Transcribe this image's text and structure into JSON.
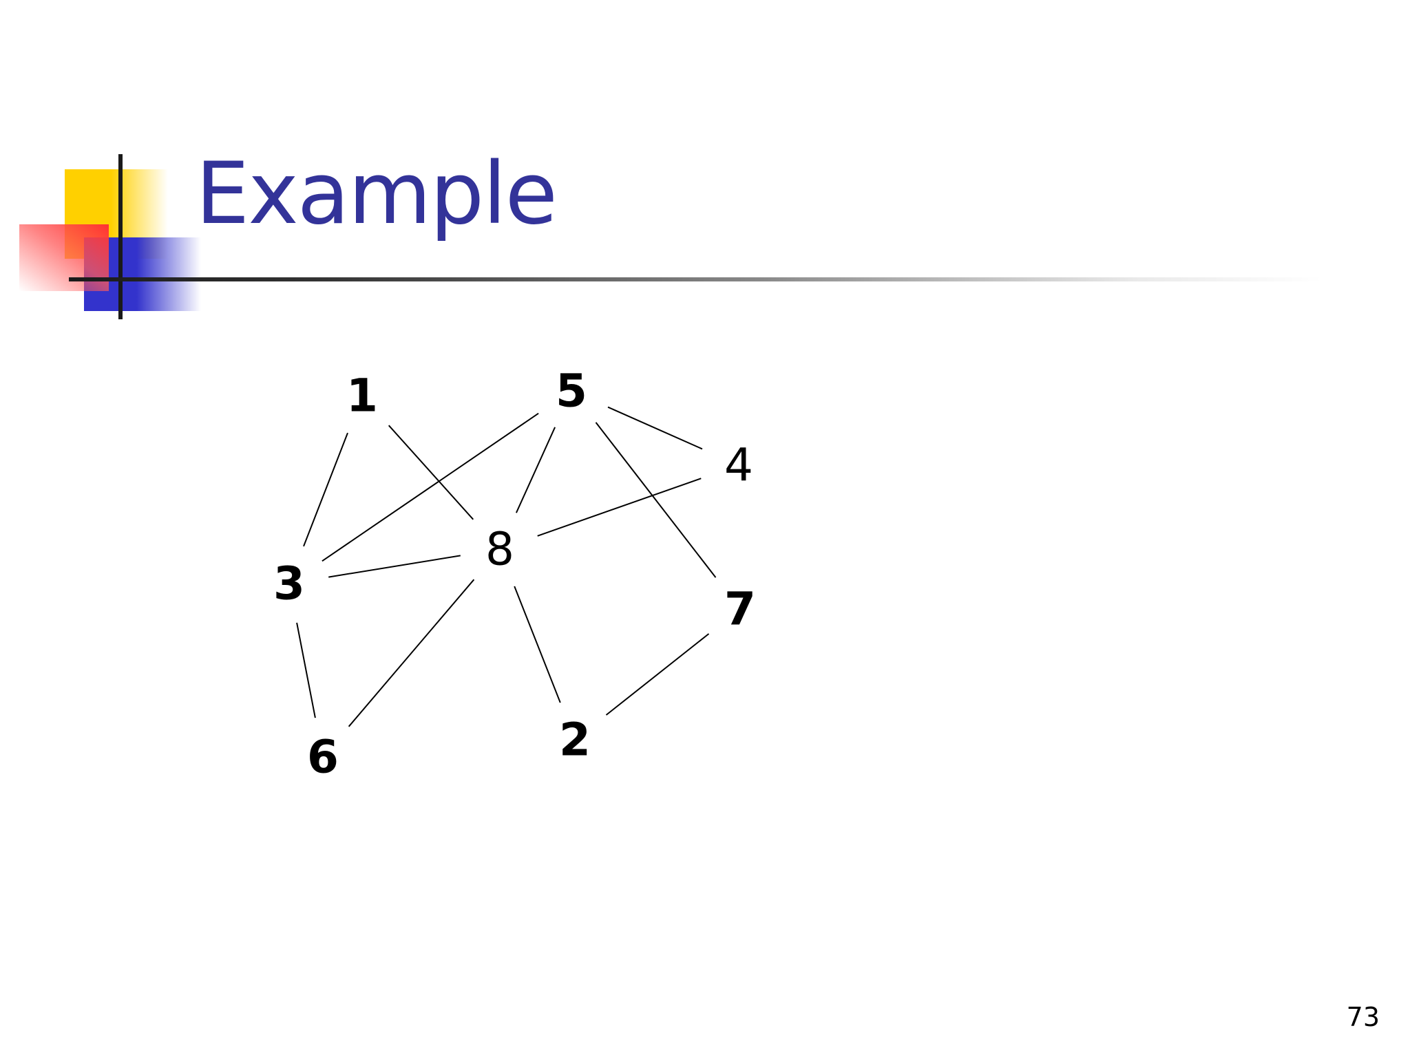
{
  "slide": {
    "title": "Example",
    "page_number": "73",
    "title_color": "#333399"
  },
  "graph": {
    "nodes": [
      {
        "id": "1",
        "label": "1",
        "bold": true
      },
      {
        "id": "5",
        "label": "5",
        "bold": true
      },
      {
        "id": "4",
        "label": "4",
        "bold": false
      },
      {
        "id": "8",
        "label": "8",
        "bold": false
      },
      {
        "id": "3",
        "label": "3",
        "bold": true
      },
      {
        "id": "7",
        "label": "7",
        "bold": true
      },
      {
        "id": "6",
        "label": "6",
        "bold": true
      },
      {
        "id": "2",
        "label": "2",
        "bold": true
      }
    ],
    "edges": [
      {
        "from": "1",
        "to": "3"
      },
      {
        "from": "1",
        "to": "8"
      },
      {
        "from": "5",
        "to": "3"
      },
      {
        "from": "5",
        "to": "8"
      },
      {
        "from": "5",
        "to": "4"
      },
      {
        "from": "5",
        "to": "7"
      },
      {
        "from": "4",
        "to": "8"
      },
      {
        "from": "3",
        "to": "8"
      },
      {
        "from": "3",
        "to": "6"
      },
      {
        "from": "8",
        "to": "6"
      },
      {
        "from": "8",
        "to": "2"
      },
      {
        "from": "7",
        "to": "2"
      }
    ]
  }
}
